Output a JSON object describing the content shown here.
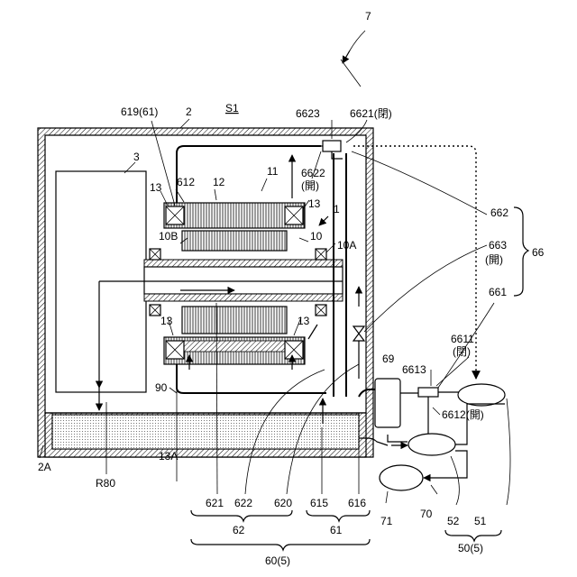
{
  "labels": {
    "fig_no": "7",
    "l2": "2",
    "l2A": "2A",
    "l3": "3",
    "S1": "S1",
    "l619": "619(61)",
    "l612": "612",
    "l12": "12",
    "l11": "11",
    "l1": "1",
    "l13a": "13",
    "l13b": "13",
    "l13c": "13",
    "l13d": "13",
    "l13A": "13A",
    "l10B": "10B",
    "l10": "10",
    "l10A": "10A",
    "l6623": "6623",
    "l6621": "6621(閉)",
    "l6622": "6622",
    "l6622_state": "(開)",
    "l662": "662",
    "l663": "663",
    "l663_state": "(開)",
    "l66": "66",
    "l661": "661",
    "l6611": "6611",
    "l6611_state": "(閉)",
    "l6613": "6613",
    "l6612": "6612(開)",
    "l69": "69",
    "l90": "90",
    "lR80": "R80",
    "l621": "621",
    "l622": "622",
    "l620": "620",
    "l615": "615",
    "l616": "616",
    "l71": "71",
    "l70": "70",
    "l52": "52",
    "l51": "51",
    "l62": "62",
    "l61": "61",
    "l60": "60(5)",
    "l50": "50(5)"
  }
}
